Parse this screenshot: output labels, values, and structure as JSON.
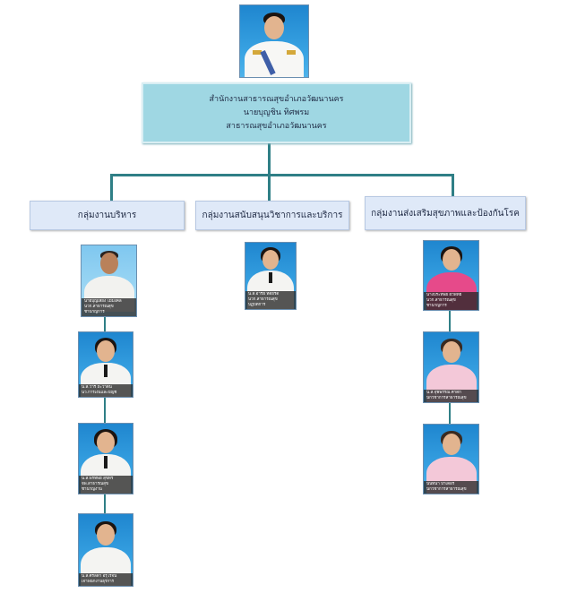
{
  "head": {
    "line1": "สำนักงานสาธารณสุขอำเภอวัฒนานคร",
    "line2": "นายบุญชิน ทิศพรม",
    "line3": "สาธารณสุขอำเภอวัฒนานคร"
  },
  "groups": [
    {
      "title": "กลุ่มงานบริหาร",
      "members": [
        {
          "line1": "นายบุญเลียง ไม้มงคล",
          "line2": "นวก.สาธารณสุข",
          "line3": "ชำนาญการ"
        },
        {
          "line1": "น.ส.วารี ถะวาดิน",
          "line2": "นว.การเงินและบัญชี"
        },
        {
          "line1": "น.ส.พรทิพย์ สุขทร",
          "line2": "จพ.สาธารณสุข",
          "line3": "ชำนาญงาน"
        },
        {
          "line1": "น.ส.ศิริลดา อรุโรจน์",
          "line2": "เจ้าพนักงานธุรการ"
        }
      ]
    },
    {
      "title": "กลุ่มงานสนับสนุนวิชาการและบริการ",
      "members": [
        {
          "line1": "น.ส.อารีย์ ทิตย์รัด",
          "line2": "นวก.สาธารณสุข",
          "line3": "ปฏิบัติการ"
        }
      ]
    },
    {
      "title": "กลุ่มงานส่งเสริมสุขภาพและป้องกันโรค",
      "members": [
        {
          "line1": "นางประทิพย์ ผิวพิทย์",
          "line2": "นวก.สาธารณสุข",
          "line3": "ชำนาญการ"
        },
        {
          "line1": "น.ส.จุฬีพรรณ ศาดิก",
          "line2": "นักวิชาการสาธารณสุข"
        },
        {
          "line1": "นันท์นา บำเดอร",
          "line2": "นักวิชาการสาธารณสุข"
        }
      ]
    }
  ],
  "colors": {
    "connector": "#2f7f86",
    "head_box": "#9fd7e3",
    "group_box": "#dfe9f8"
  }
}
